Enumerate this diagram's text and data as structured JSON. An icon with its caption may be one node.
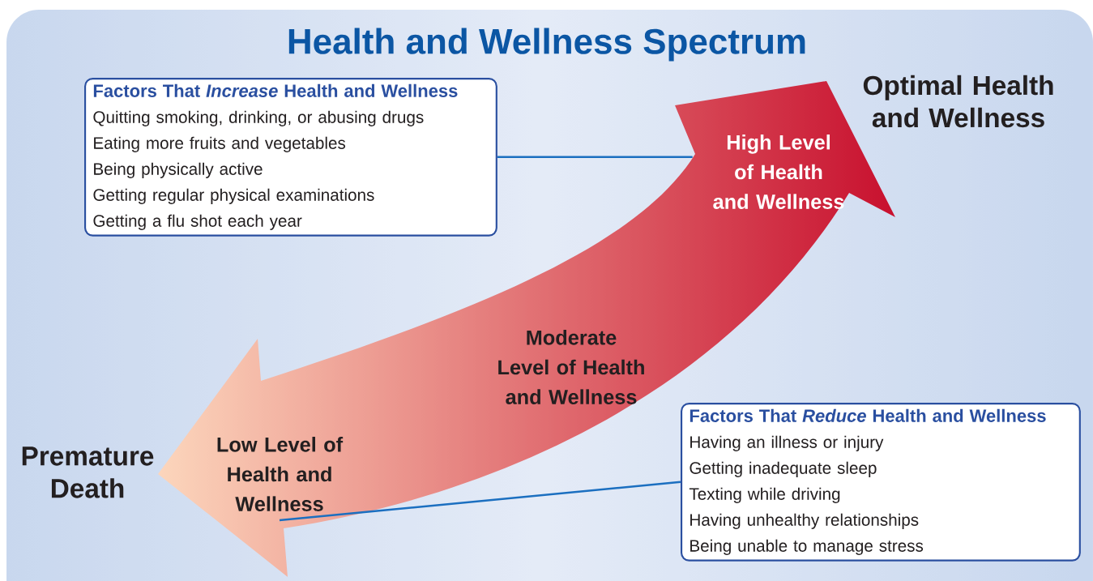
{
  "diagram": {
    "title": "Health and Wellness Spectrum",
    "nodes": [
      {
        "text": [
          "Factors That *Increase* Health and Wellness",
          "Quitting smoking, drinking, or abusing drugs",
          "Eating more fruits and vegetables",
          "Being physically active",
          "Getting regular physical examinations",
          "Getting a flu shot each year"
        ]
      },
      {
        "text": [
          "High Level of Health and Wellness"
        ]
      },
      {
        "text": [
          "Moderate Level of Health and Wellness"
        ]
      },
      {
        "text": [
          "Factors That *Reduce* Health and Wellness",
          "Having an illness or injury",
          "Getting inadequate sleep",
          "Texting while driving",
          "Having unhealthy relationships",
          "Being unable to manage stress"
        ]
      },
      {
        "text": [
          "Low Level of Health and Wellness"
        ]
      }
    ],
    "edges": [
      {
        "from": 0,
        "to": 1,
        "arrow": "none"
      },
      {
        "from": 3,
        "to": 4,
        "arrow": "none"
      }
    ],
    "labels": [
      "Optimal Health and Wellness",
      "Premature Death"
    ]
  }
}
